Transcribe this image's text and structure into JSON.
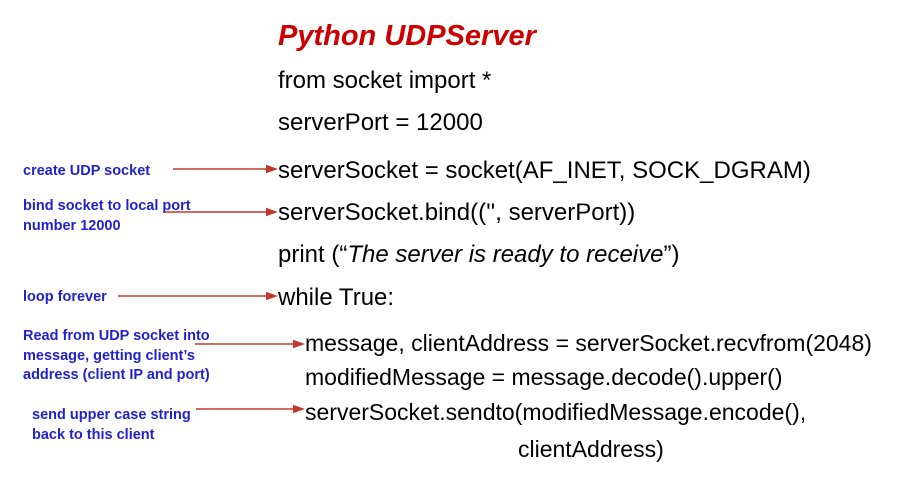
{
  "slide": {
    "title": "Python UDPServer",
    "title_color": "#cc0000",
    "background_color": "#ffffff",
    "annotation_color": "#2222cc",
    "arrow_color": "#c0392b",
    "code_color": "#000000"
  },
  "code": {
    "lines": [
      {
        "id": "import",
        "text": "from socket import *"
      },
      {
        "id": "server-port",
        "text": "serverPort = 12000"
      },
      {
        "id": "create-socket",
        "text": "serverSocket = socket(AF_INET, SOCK_DGRAM)"
      },
      {
        "id": "bind-socket",
        "text": "serverSocket.bind(('', serverPort))"
      },
      {
        "id": "print-ready",
        "prefix": "print (“",
        "emphasis": "The server is ready to receive",
        "suffix": "”)"
      },
      {
        "id": "while-true",
        "text": "while True:"
      },
      {
        "id": "recvfrom",
        "text": "message, clientAddress = serverSocket.recvfrom(2048)"
      },
      {
        "id": "upper",
        "text": "modifiedMessage = message.decode().upper()"
      },
      {
        "id": "sendto",
        "text": "serverSocket.sendto(modifiedMessage.encode(),"
      },
      {
        "id": "sendto-cont",
        "text": "clientAddress)"
      }
    ]
  },
  "annotations": [
    {
      "id": "create-udp-socket",
      "text": "create UDP socket"
    },
    {
      "id": "bind-local-port",
      "text": "bind socket to local port\nnumber 12000"
    },
    {
      "id": "loop-forever",
      "text": "loop forever"
    },
    {
      "id": "read-from-socket",
      "text": "Read from UDP socket into\nmessage, getting client’s\naddress (client IP and port)"
    },
    {
      "id": "send-upper-case",
      "text": "send upper case string\nback to this client"
    }
  ]
}
